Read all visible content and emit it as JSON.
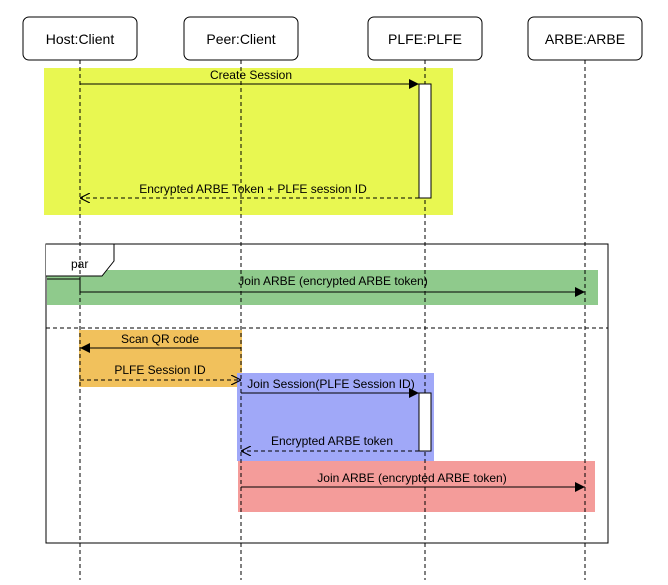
{
  "participants": [
    {
      "id": "host",
      "label": "Host:Client"
    },
    {
      "id": "peer",
      "label": "Peer:Client"
    },
    {
      "id": "plfe",
      "label": "PLFE:PLFE"
    },
    {
      "id": "arbe",
      "label": "ARBE:ARBE"
    }
  ],
  "fragment": {
    "operator": "par"
  },
  "messages": [
    {
      "id": "create-session",
      "label": "Create Session"
    },
    {
      "id": "encrypted-arbe-token-plfe-session-id",
      "label": "Encrypted ARBE Token + PLFE session ID"
    },
    {
      "id": "join-arbe-host",
      "label": "Join ARBE (encrypted ARBE token)"
    },
    {
      "id": "scan-qr-code",
      "label": "Scan QR code"
    },
    {
      "id": "plfe-session-id",
      "label": "PLFE Session ID"
    },
    {
      "id": "join-session",
      "label": "Join Session(PLFE Session ID)"
    },
    {
      "id": "encrypted-arbe-token",
      "label": "Encrypted ARBE token"
    },
    {
      "id": "join-arbe-peer",
      "label": "Join ARBE (encrypted ARBE token)"
    }
  ],
  "colors": {
    "yellow": "#e8f751",
    "green": "#8fca8c",
    "orange": "#f1c15c",
    "blue": "#a0a8f8",
    "red": "#f49c9a",
    "stroke": "#000000"
  }
}
